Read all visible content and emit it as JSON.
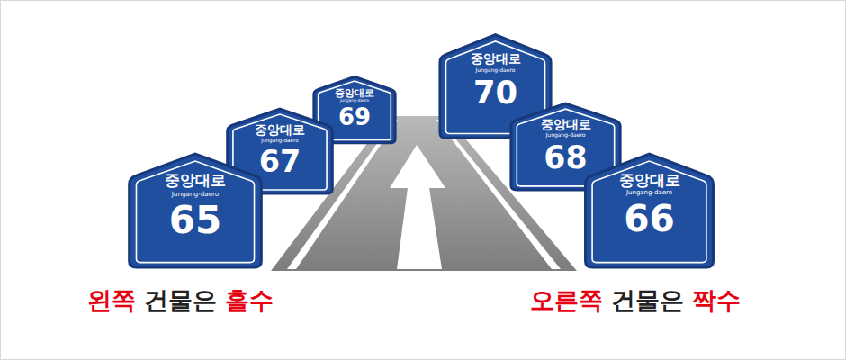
{
  "diagram": {
    "nodes": [
      {
        "text": [
          "중앙대로",
          "Jungang-daero",
          "65"
        ]
      },
      {
        "text": [
          "중앙대로",
          "Jungang-daero",
          "67"
        ]
      },
      {
        "text": [
          "중앙대로",
          "Jungang-daero",
          "69"
        ]
      },
      {
        "text": [
          "중앙대로",
          "Jungang-daero",
          "70"
        ]
      },
      {
        "text": [
          "중앙대로",
          "Jungang-daero",
          "68"
        ]
      },
      {
        "text": [
          "중앙대로",
          "Jungang-daero",
          "66"
        ]
      }
    ],
    "labels": [
      "왼쪽",
      "건물은",
      "홀수",
      "오른쪽",
      "건물은",
      "짝수"
    ]
  }
}
